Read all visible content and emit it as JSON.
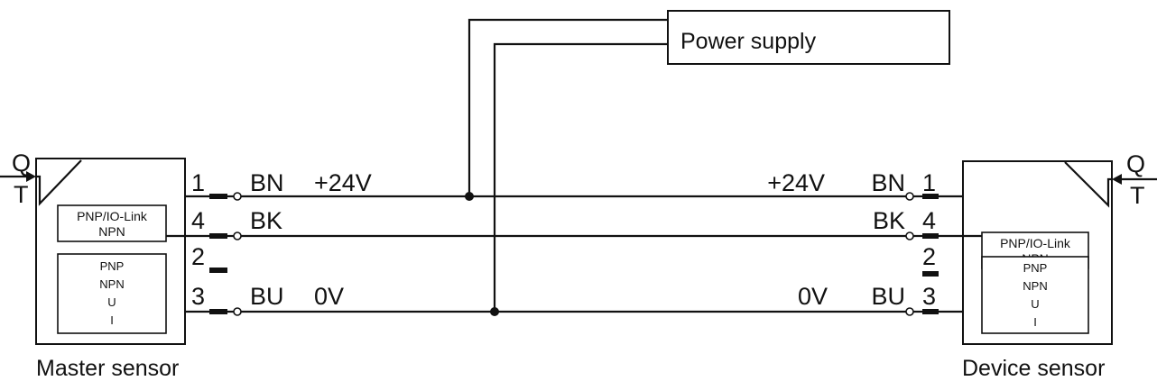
{
  "power_supply": {
    "label": "Power supply"
  },
  "master": {
    "caption": "Master sensor",
    "signal_top": "Q",
    "signal_bottom": "T",
    "iolink_box": [
      "PNP/IO-Link",
      "NPN"
    ],
    "output_box": [
      "PNP",
      "NPN",
      "U",
      "I"
    ],
    "pins": [
      "1",
      "4",
      "2",
      "3"
    ]
  },
  "device": {
    "caption": "Device sensor",
    "signal_top": "Q",
    "signal_bottom": "T",
    "iolink_box": [
      "PNP/IO-Link",
      "NPN"
    ],
    "output_box": [
      "PNP",
      "NPN",
      "U",
      "I"
    ],
    "pins": [
      "1",
      "4",
      "2",
      "3"
    ]
  },
  "wires": {
    "bn": {
      "color": "BN",
      "voltage": "+24V"
    },
    "bk": {
      "color": "BK"
    },
    "bu": {
      "color": "BU",
      "voltage": "0V"
    }
  }
}
